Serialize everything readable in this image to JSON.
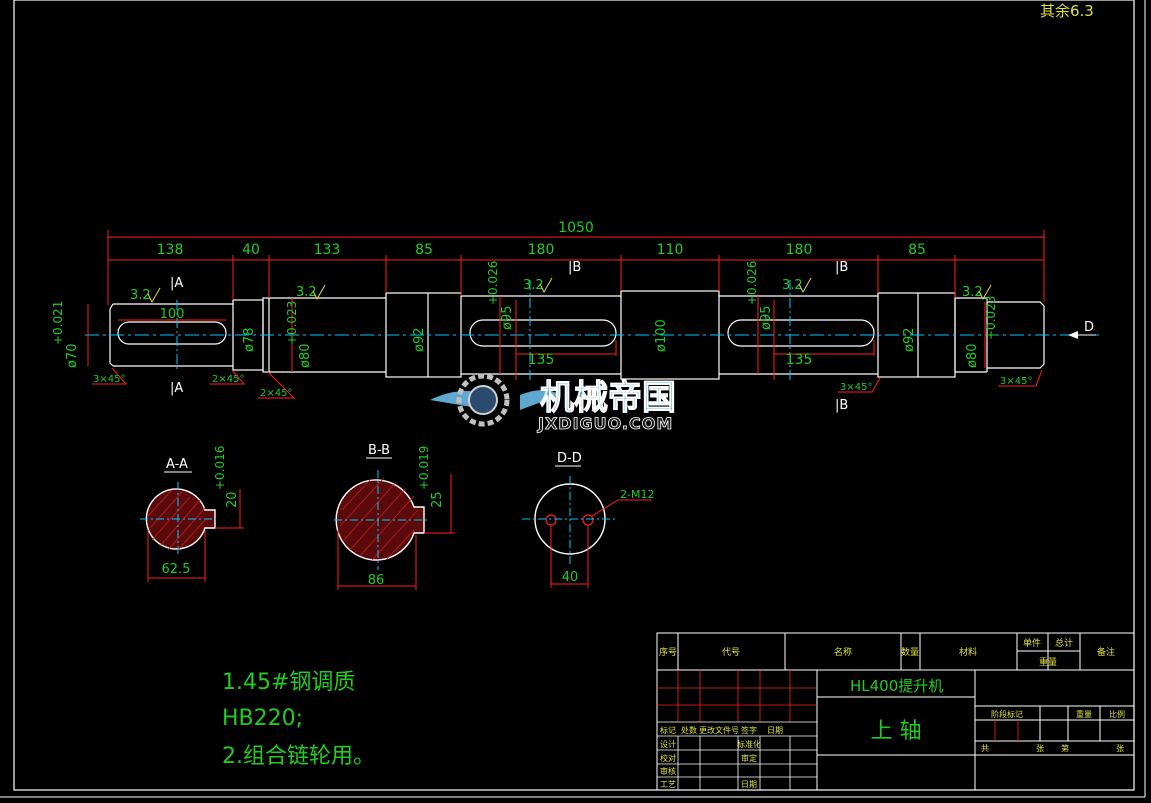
{
  "surface_finish_note": "其余6.3",
  "dims": {
    "total": "1050",
    "seg1": "138",
    "seg2": "40",
    "seg3": "133",
    "seg4": "85",
    "seg5": "180",
    "seg6": "110",
    "seg7": "180",
    "seg8": "85",
    "key1_len": "100",
    "key2_len": "135",
    "key3_len": "135"
  },
  "diameters": {
    "d70": "ø70",
    "tol70": "+0.021",
    "d78": "ø78",
    "d80a": "ø80",
    "tol80a": "+0.023",
    "d92a": "ø92",
    "d95a": "ø95",
    "tol95a": "+0.026",
    "d100": "ø100",
    "d95b": "ø95",
    "tol95b": "+0.026",
    "d92b": "ø92",
    "d80b": "ø80",
    "tol80b": "+0.023"
  },
  "roughness": [
    "3.2",
    "3.2",
    "3.2",
    "3.2",
    "3.2"
  ],
  "chamfers": [
    "3×45°",
    "2×45°",
    "2×45°",
    "3×45°",
    "3×45°"
  ],
  "section_marks": {
    "a_top": "|A",
    "a_bot": "|A",
    "b_top1": "|B",
    "b_top2": "|B",
    "b_bot": "|B",
    "d": "D"
  },
  "sections": {
    "aa": {
      "title": "A-A",
      "width": "62.5",
      "depth": "20",
      "tol": "+0.016"
    },
    "bb": {
      "title": "B-B",
      "width": "86",
      "depth": "25",
      "tol": "+0.019"
    },
    "dd": {
      "title": "D-D",
      "spacing": "40",
      "holes": "2-M12"
    }
  },
  "notes": [
    "1.45#钢调质",
    "HB220;",
    "2.组合链轮用。"
  ],
  "watermark": {
    "cn": "机械帝国",
    "en": "JXDIGUO.COM"
  },
  "title_block": {
    "headers": [
      "序号",
      "代号",
      "名称",
      "数量",
      "材料",
      "单件",
      "总计",
      "备注"
    ],
    "subheader": "重量",
    "project": "HL400提升机",
    "part_name": "上 轴",
    "rev_labels": [
      "标记",
      "处数",
      "更改文件号",
      "签字",
      "日期"
    ],
    "sign_rows": [
      "设计",
      "校对",
      "审核",
      "工艺"
    ],
    "sign_rows2": [
      "标准化",
      "审定",
      "日期"
    ],
    "stage_headers": [
      "阶段标记",
      "重量",
      "比例"
    ],
    "sheet": [
      "共",
      "张",
      "第",
      "张"
    ]
  },
  "colors": {
    "bg": "#000000",
    "line": "#ffffff",
    "dim": "#ff2020",
    "text": "#22cc22",
    "axis": "#00c8ff",
    "hatch": "#c02020",
    "yellow": "#e0e040"
  }
}
